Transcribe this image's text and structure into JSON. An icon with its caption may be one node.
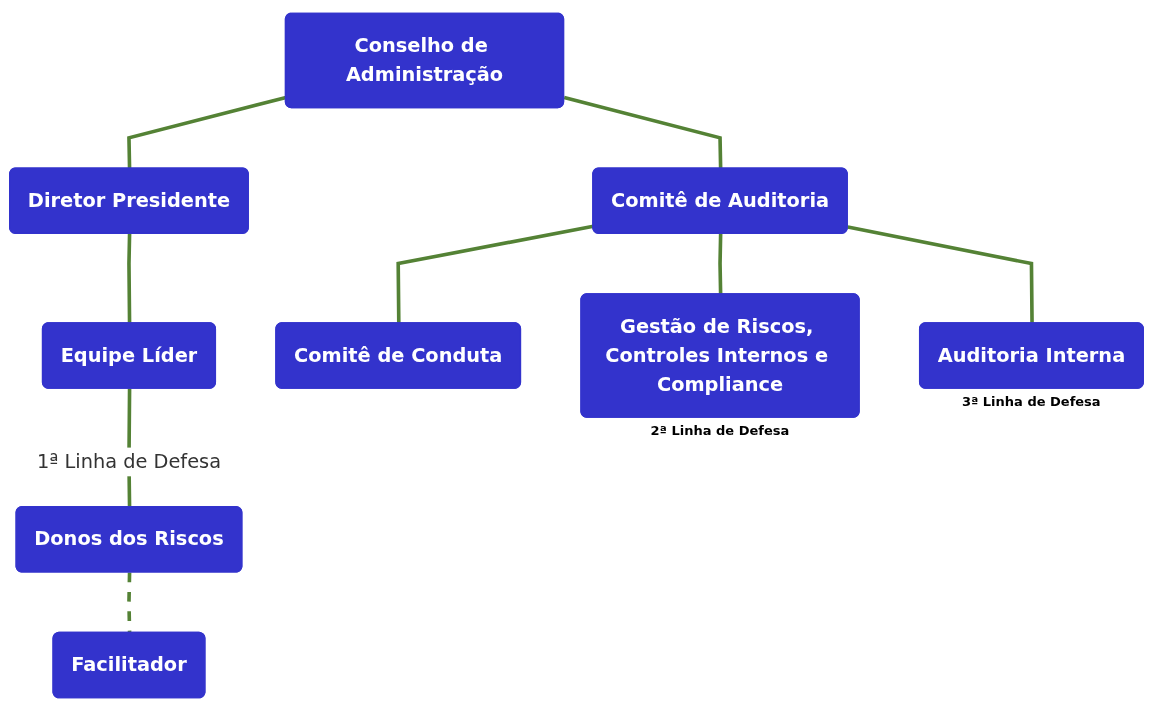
{
  "diagram": {
    "nodes": [
      {
        "text": [
          "Conselho de Administração"
        ]
      },
      {
        "text": [
          "Comitê de Auditoria"
        ]
      },
      {
        "text": [
          "Diretor Presidente"
        ]
      },
      {
        "text": [
          "Equipe Líder"
        ]
      },
      {
        "text": [
          "Donos dos Riscos"
        ]
      },
      {
        "text": [
          "Facilitador"
        ]
      },
      {
        "text": [
          "Comitê de Conduta"
        ]
      },
      {
        "text": [
          "Gestão de Riscos, Controles Internos e Compliance"
        ],
        "beside": [
          "2ª Linha de Defesa"
        ]
      },
      {
        "text": [
          "Auditoria Interna"
        ],
        "beside": [
          "3ª Linha de Defesa"
        ]
      }
    ],
    "edges": [
      {
        "from": 0,
        "to": 1,
        "arrow": "none"
      },
      {
        "from": 0,
        "to": 2,
        "arrow": "none"
      },
      {
        "from": 2,
        "to": 3,
        "arrow": "none"
      },
      {
        "from": 3,
        "to": 4,
        "arrow": "none",
        "label": "1ª Linha de Defesa"
      },
      {
        "from": 4,
        "to": 5,
        "arrow": "none",
        "style": "dashed"
      },
      {
        "from": 1,
        "to": 6,
        "arrow": "none"
      },
      {
        "from": 1,
        "to": 7,
        "arrow": "none"
      },
      {
        "from": 1,
        "to": 8,
        "arrow": "none"
      }
    ]
  }
}
